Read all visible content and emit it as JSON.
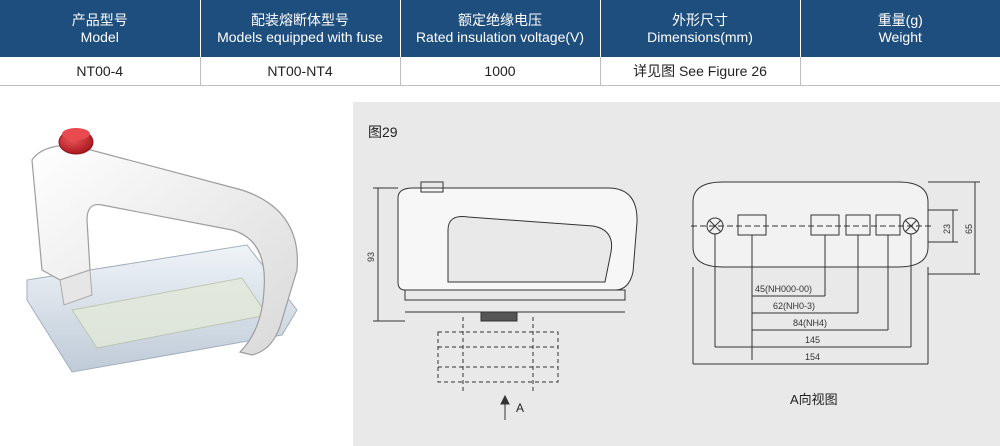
{
  "table": {
    "headers": [
      {
        "zh": "产品型号",
        "en": "Model"
      },
      {
        "zh": "配装熔断体型号",
        "en": "Models equipped with fuse"
      },
      {
        "zh": "额定绝缘电压",
        "en": "Rated insulation voltage(V)"
      },
      {
        "zh": "外形尺寸",
        "en": "Dimensions(mm)"
      },
      {
        "zh": "重量(g)",
        "en": "Weight"
      }
    ],
    "row": {
      "model": "NT00-4",
      "fuse": "NT00-NT4",
      "voltage": "1000",
      "dimensions": "详见图 See Figure 26",
      "weight": ""
    }
  },
  "figure": {
    "title": "图29",
    "view_label": "A向视图",
    "arrow_label": "A",
    "dims": {
      "height_93": "93",
      "d23": "23",
      "d65": "65",
      "d45": "45(NH000-00)",
      "d62": "62(NH0-3)",
      "d84": "84(NH4)",
      "d145": "145",
      "d154": "154"
    }
  },
  "colors": {
    "header_bg": "#1e4e7d",
    "panel_bg": "#e9e9e9",
    "cap_red": "#d2232a"
  }
}
